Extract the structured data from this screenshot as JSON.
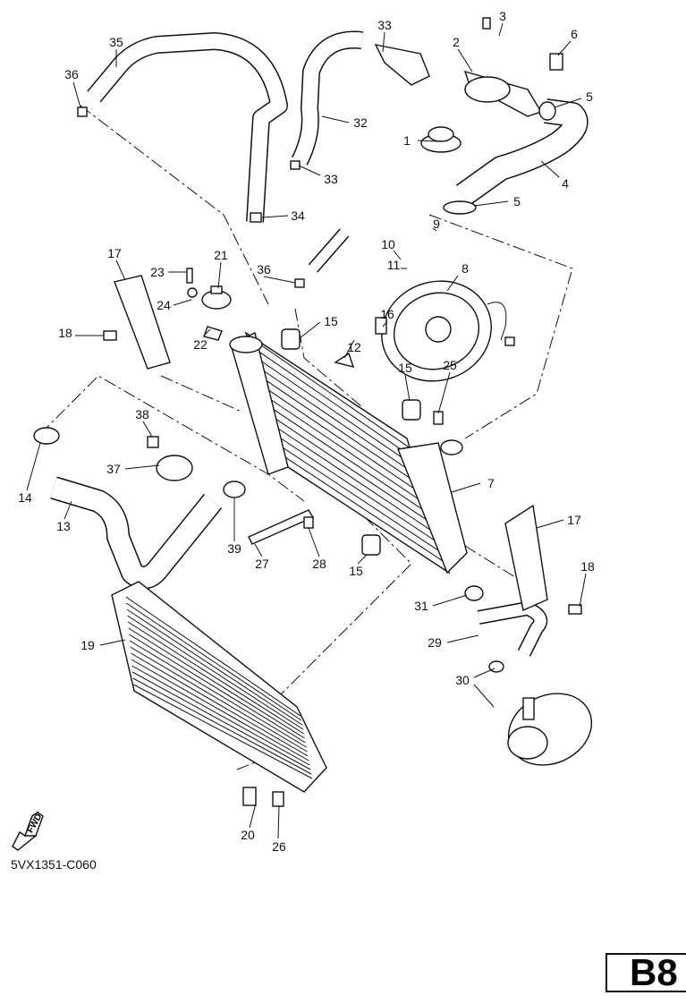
{
  "diagram_code": "5VX1351-C060",
  "page_label": "B8",
  "fwd_marker": "FWD",
  "callouts": [
    "1",
    "2",
    "3",
    "4",
    "5",
    "5",
    "6",
    "7",
    "8",
    "9",
    "10",
    "11",
    "12",
    "13",
    "14",
    "15",
    "15",
    "15",
    "16",
    "17",
    "17",
    "18",
    "18",
    "19",
    "20",
    "21",
    "22",
    "23",
    "24",
    "25",
    "26",
    "27",
    "28",
    "29",
    "30",
    "31",
    "32",
    "33",
    "33",
    "34",
    "35",
    "36",
    "36",
    "37",
    "38",
    "39"
  ]
}
